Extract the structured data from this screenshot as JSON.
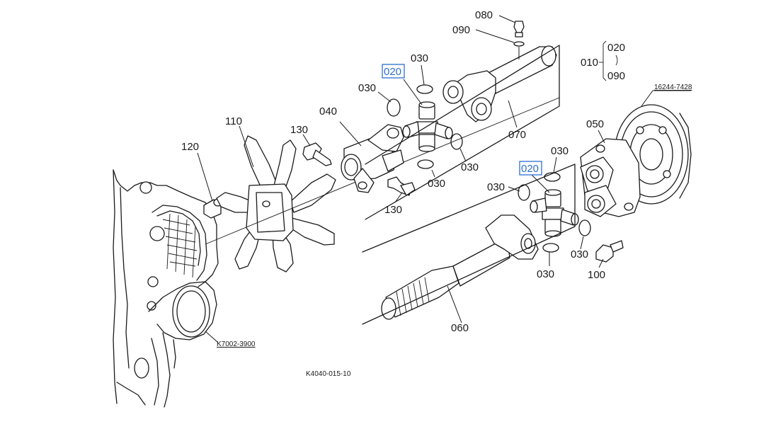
{
  "labels": {
    "l080": "080",
    "l090a": "090",
    "l010": "010",
    "l020top": "020",
    "l090b": "090",
    "l020a": "020",
    "l030a": "030",
    "l030b": "030",
    "l110": "110",
    "l040": "040",
    "l130a": "130",
    "l120": "120",
    "l070": "070",
    "l030c": "030",
    "l030d": "030",
    "l130b": "130",
    "l16244": "16244-7428",
    "l050": "050",
    "l030e": "030",
    "l020b": "020",
    "l030f": "030",
    "l030g": "030",
    "l030h": "030",
    "l100": "100",
    "l060": "060",
    "lK7002": "K7002-3900",
    "lK4040": "K4040-015-10"
  },
  "highlight_color": "#3a7bd5"
}
